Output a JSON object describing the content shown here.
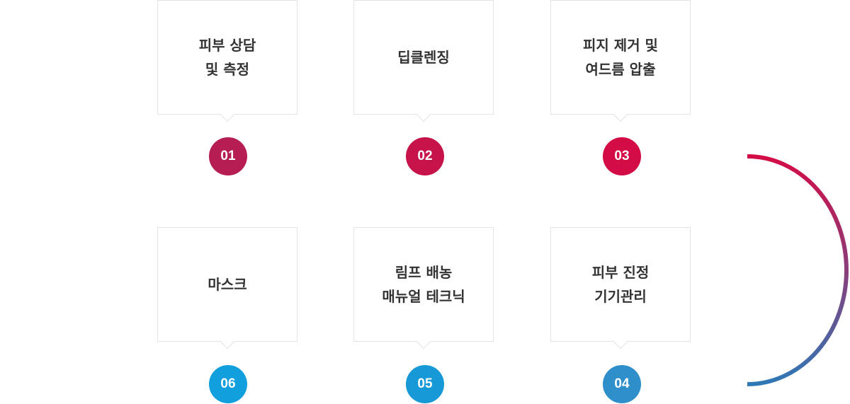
{
  "colors": {
    "track_top_start": "#a22a5e",
    "track_top_end": "#d40d46",
    "track_bottom_start": "#119fdd",
    "track_bottom_end": "#2f78b6",
    "box_border": "#e3e3e3",
    "label_text": "#333333"
  },
  "steps": [
    {
      "number": "01",
      "label": "피부 상담\n및 측정",
      "color": "#b61d52"
    },
    {
      "number": "02",
      "label": "딥클렌징",
      "color": "#c6134a"
    },
    {
      "number": "03",
      "label": "피지 제거 및\n여드름 압출",
      "color": "#d30c45"
    },
    {
      "number": "04",
      "label": "피부 진정\n기기관리",
      "color": "#2e8fcb"
    },
    {
      "number": "05",
      "label": "림프 배농\n매뉴얼 테크닉",
      "color": "#1799d7"
    },
    {
      "number": "06",
      "label": "마스크",
      "color": "#119fdd"
    }
  ]
}
